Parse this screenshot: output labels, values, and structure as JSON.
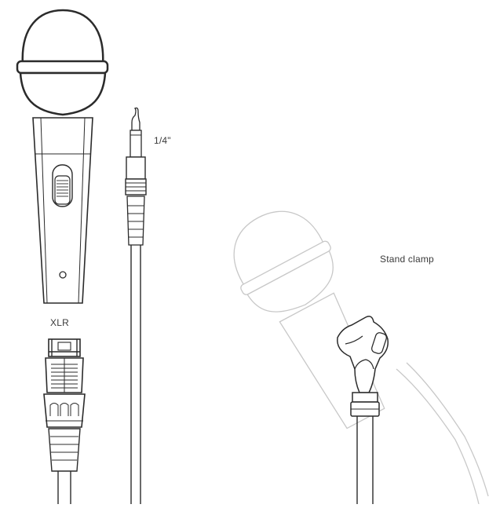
{
  "labels": {
    "quarter_inch": "1/4\"",
    "xlr": "XLR",
    "stand_clamp": "Stand clamp"
  },
  "colors": {
    "line": "#2b2b2b",
    "faded_line": "#c8c8c8",
    "background": "#ffffff"
  }
}
